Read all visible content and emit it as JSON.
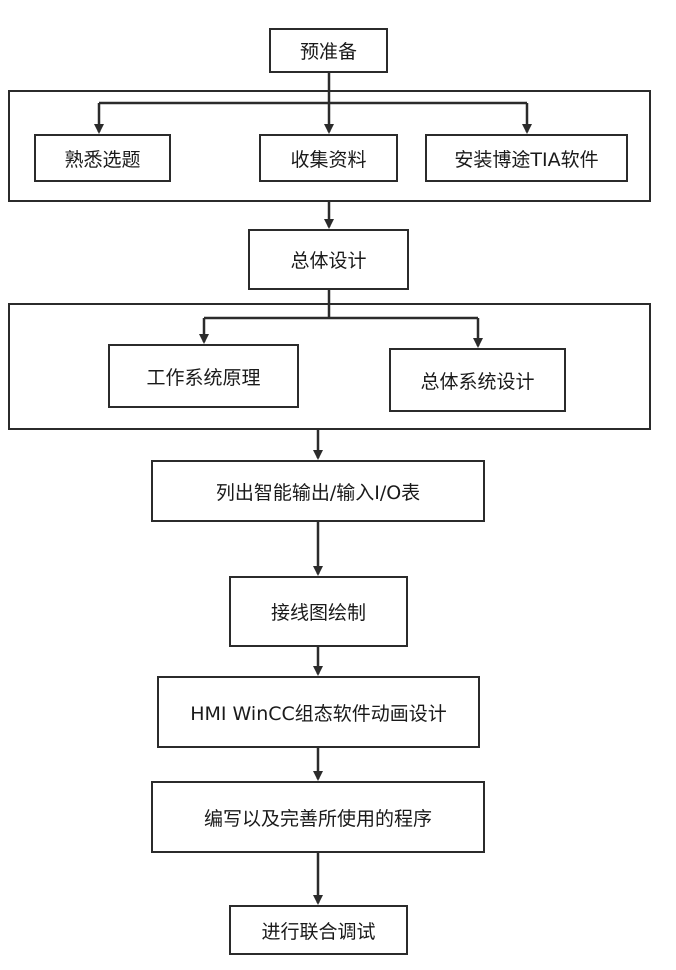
{
  "nodes": {
    "prep": "预准备",
    "topic": "熟悉选题",
    "collect": "收集资料",
    "install": "安装博途TIA软件",
    "overall": "总体设计",
    "principle": "工作系统原理",
    "sysdesign": "总体系统设计",
    "io": "列出智能输出/输入I/O表",
    "wiring": "接线图绘制",
    "hmi": "HMI WinCC组态软件动画设计",
    "program": "编写以及完善所使用的程序",
    "debug": "进行联合调试"
  },
  "colors": {
    "line": "#2b2b2b",
    "background": "#ffffff"
  }
}
